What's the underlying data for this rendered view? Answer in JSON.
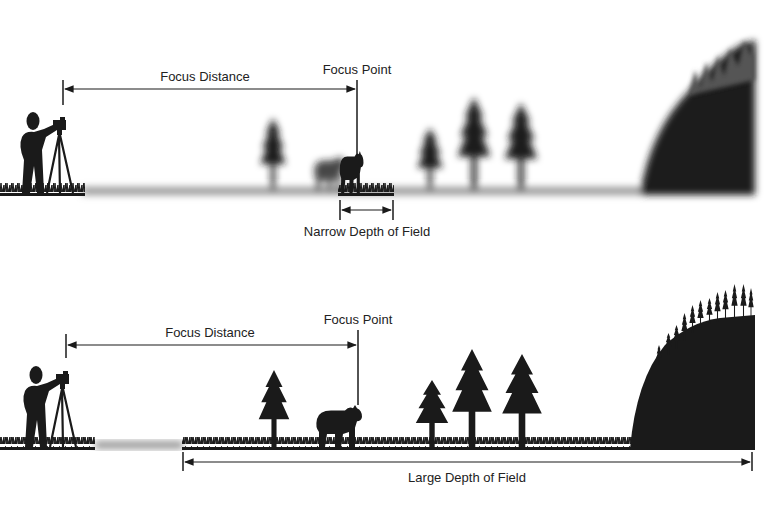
{
  "diagram": {
    "labels": [
      "Focus Distance",
      "Focus Point",
      "Narrow Depth of Field",
      "Focus Distance",
      "Focus Point",
      "Large Depth of Field"
    ]
  }
}
